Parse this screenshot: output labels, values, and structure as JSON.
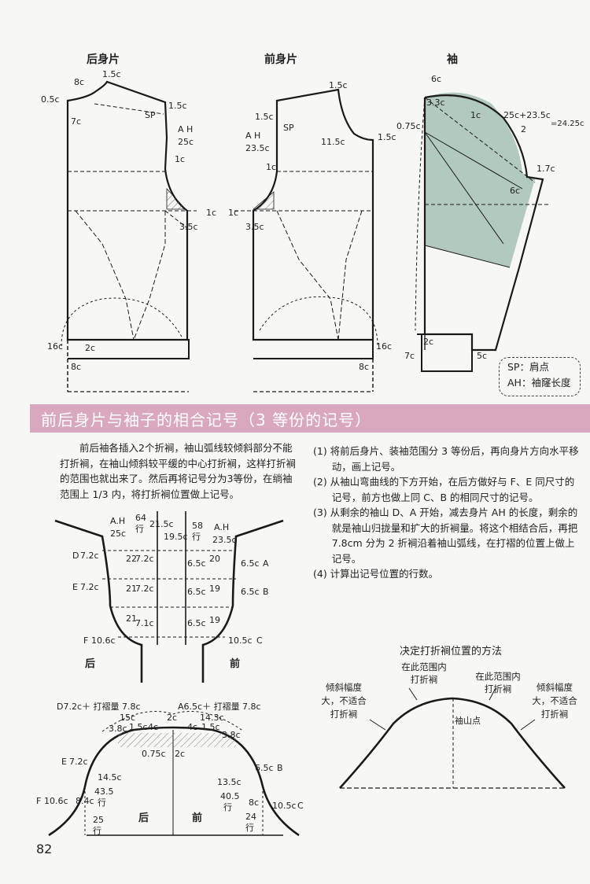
{
  "labels": {
    "back_body": "后身片",
    "front_body": "前身片",
    "sleeve": "袖",
    "method_title": "决定打折裥位置的方法",
    "back": "后",
    "front": "前"
  },
  "legend": {
    "sp": "SP：肩点",
    "ah": "AH：袖窿长度"
  },
  "section_title": "前后身片与袖子的相合记号（3 等份的记号）",
  "intro_text": "前后袖各插入2个折裥，袖山弧线较倾斜部分不能打折裥，在袖山倾斜较平缓的中心打折裥，这样打折裥的范围也就出来了。然后再将记号分为3等份，在绱袖范围上 1/3 内，将打折裥位置做上记号。",
  "steps": [
    "(1) 将前后身片、装袖范围分 3 等份后，再向身片方向水平移动，画上记号。",
    "(2) 从袖山弯曲线的下方开始，在后方做好与 F、E 同尺寸的记号，前方也做上同 C、B 的相同尺寸的记号。",
    "(3) 从剩余的袖山 D、A 开始，减去身片 AH 的长度，剩余的就是袖山归拢量和扩大的折裥量。将这个相结合后，再把 7.8cm 分为 2 折裥沿着袖山弧线，在打褶的位置上做上记号。",
    "(4) 计算出记号位置的行数。"
  ],
  "back_dims": [
    "8c",
    "1.5c",
    "0.5c",
    "7c",
    "1.5c",
    "SP",
    "A H",
    "25c",
    "1c",
    "1c",
    "3.5c",
    "16c",
    "2c",
    "8c"
  ],
  "front_dims": [
    "1.5c",
    "1.5c",
    "SP",
    "A H",
    "23.5c",
    "11.5c",
    "1.5c",
    "1c",
    "1c",
    "3.5c",
    "16c",
    "8c"
  ],
  "sleeve_dims": [
    "6c",
    "3.3c",
    "0.75c",
    "1c",
    "25c+23.5c",
    "2",
    "=24.25c",
    "1.7c",
    "6c",
    "2c",
    "7c",
    "5c"
  ],
  "armhole_dims": [
    "A.H",
    "25c",
    "64",
    "行",
    "21.5c",
    "19.5c",
    "58",
    "行",
    "A.H",
    "23.5c",
    "D",
    "7.2c",
    "22",
    "7.2c",
    "6.5c",
    "20",
    "6.5c",
    "A",
    "E",
    "7.2c",
    "21",
    "7.2c",
    "6.5c",
    "19",
    "6.5c",
    "B",
    "21",
    "7.1c",
    "6.5c",
    "19",
    "F",
    "10.6c",
    "10.5c",
    "C"
  ],
  "sleeve_cap_dims": [
    "D7.2c＋ 打褶量 7.8c",
    "A6.5c＋ 打褶量 7.8c",
    "15c",
    "2c",
    "14.3c",
    "3.8c",
    "1.5c",
    "4c",
    "4c",
    "1.5c",
    "3.8c",
    "0.75c",
    "2c",
    "E",
    "7.2c",
    "14.5c",
    "43.5",
    "行",
    "6.5c",
    "B",
    "13.5c",
    "40.5",
    "行",
    "F",
    "10.6c",
    "8.4c",
    "25",
    "行",
    "8c",
    "24",
    "行",
    "10.5c",
    "C"
  ],
  "method_notes": {
    "in_range_left": "在此范围内打折裥",
    "in_range_right": "在此范围内打折裥",
    "steep_left": "倾斜幅度大，不适合打折裥",
    "steep_right": "倾斜幅度大，不适合打折裥",
    "cap_point": "袖山点"
  },
  "page_number": "82",
  "colors": {
    "sleeve_fill": "#a8c3b8",
    "section_bar": "#d9a8bf",
    "line": "#1a1a1a"
  }
}
